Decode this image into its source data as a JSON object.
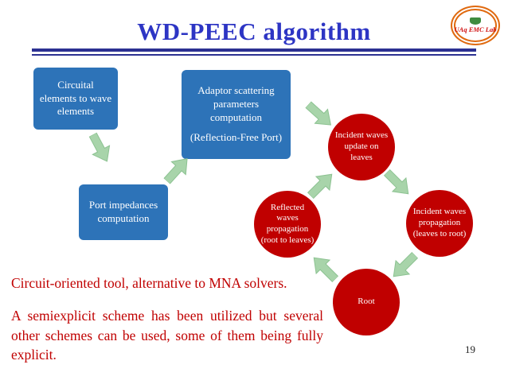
{
  "slide": {
    "title": "WD-PEEC algorithm",
    "page_number": "19"
  },
  "logo": {
    "text": "UAq EMC Lab"
  },
  "flow_boxes": {
    "circuital": "Circuital elements to wave elements",
    "adaptor_line1": "Adaptor scattering parameters computation",
    "adaptor_line2": "(Reflection-Free Port)",
    "port": "Port impedances computation"
  },
  "cycle": {
    "leaves_update": "Incident waves update on leaves",
    "incident_propagation": "Incident waves propagation (leaves to root)",
    "root": "Root",
    "reflected_propagation": "Reflected waves propagation (root to leaves)"
  },
  "body": {
    "p1": "Circuit-oriented tool, alternative to MNA solvers.",
    "p2": "A semiexplicit scheme has been utilized but several other schemes can be used, some of them being fully explicit."
  },
  "colors": {
    "title_blue": "#2d35c4",
    "rule_blue": "#2c3192",
    "box_blue": "#2d73b8",
    "circle_red": "#c00000",
    "arrow_green": "#a8d4aa",
    "body_red": "#c00000",
    "logo_ring_orange": "#e06a10"
  }
}
